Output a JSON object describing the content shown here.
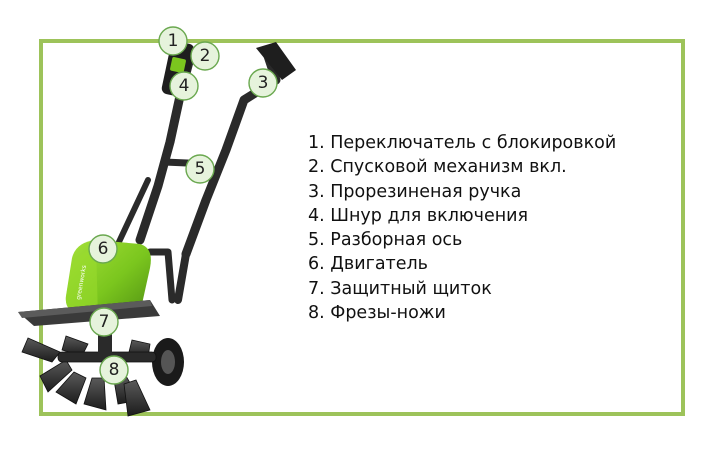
{
  "legend": {
    "items": [
      {
        "number": "1",
        "text": "1. Переключатель с блокировкой"
      },
      {
        "number": "2",
        "text": "2. Спусковой механизм вкл."
      },
      {
        "number": "3",
        "text": "3. Прорезиненая ручка"
      },
      {
        "number": "4",
        "text": "4. Шнур для включения"
      },
      {
        "number": "5",
        "text": "5. Разборная ось"
      },
      {
        "number": "6",
        "text": "6. Двигатель"
      },
      {
        "number": "7",
        "text": "7. Защитный щиток"
      },
      {
        "number": "8",
        "text": "8. Фрезы-ножи"
      }
    ]
  },
  "product": {
    "brand_mark": "greenworks"
  },
  "colors": {
    "frame_border": "#9dc35a",
    "motor_green": "#7bc61e",
    "marker_fill": "#e6f3dc",
    "marker_stroke": "#6aa84f",
    "metal_dark": "#2a2a2a"
  }
}
